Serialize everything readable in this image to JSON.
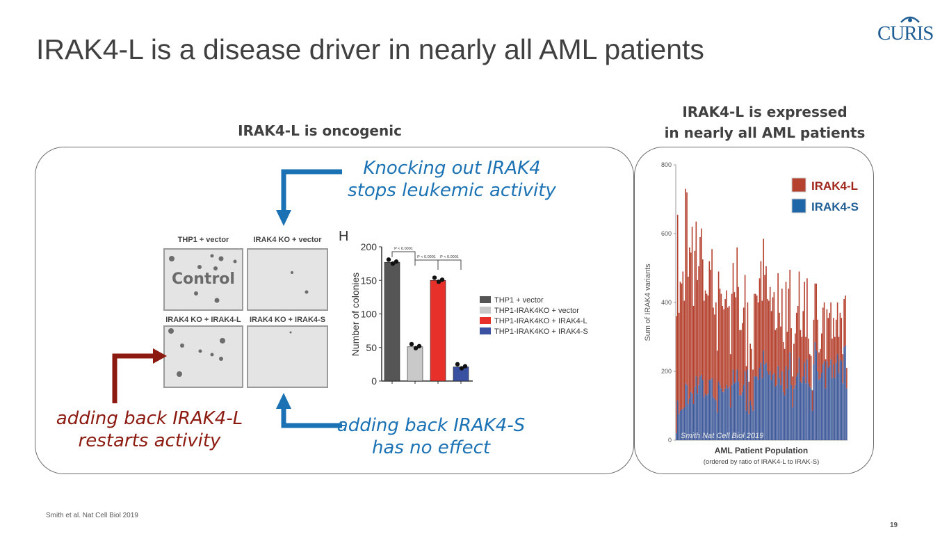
{
  "title": "IRAK4-L is a disease driver in nearly all AML patients",
  "logo_text": "CURIS",
  "left_heading": "IRAK4-L is oncogenic",
  "right_heading": [
    "IRAK4-L is expressed",
    "in nearly all AML patients"
  ],
  "annotations": {
    "top_blue": [
      "Knocking out IRAK4",
      "stops leukemic activity"
    ],
    "bottom_blue": [
      "adding back IRAK4-S",
      "has no effect"
    ],
    "red": [
      "adding back IRAK4-L",
      "restarts activity"
    ]
  },
  "colors": {
    "blue": "#1a72b5",
    "red": "#8c1a10",
    "irak4l": "#b5422f",
    "irak4s": "#3f5a9a"
  },
  "panels": [
    {
      "label": "THP1 + vector",
      "overlay": "Control"
    },
    {
      "label": "IRAK4 KO + vector"
    },
    {
      "label": "IRAK4 KO + IRAK4-L"
    },
    {
      "label": "IRAK4 KO + IRAK4-S"
    }
  ],
  "footer": {
    "citation": "Smith et al. Nat Cell Biol 2019",
    "page": "19"
  },
  "chart_data": [
    {
      "type": "bar",
      "panel_letter": "H",
      "ylabel": "Number of colonies",
      "ylim": [
        0,
        200
      ],
      "yticks": [
        "0",
        "50",
        "100",
        "150",
        "200"
      ],
      "categories": [
        "THP1 + vector",
        "THP1-IRAK4KO + vector",
        "THP1-IRAK4KO + IRAK4-L",
        "THP1-IRAK4KO + IRAK4-S"
      ],
      "values": [
        177,
        51,
        150,
        21
      ],
      "bar_colors": [
        "#555555",
        "#c9c9c9",
        "#e8302a",
        "#3a50a0"
      ],
      "pvalues": [
        "P < 0.0001",
        "P < 0.0001",
        "P < 0.0001"
      ],
      "legend": "right"
    },
    {
      "type": "bar",
      "stacked": true,
      "ylabel": "Sum of IRAK4 variants",
      "xlabel": "AML Patient Population",
      "xsublabel": "(ordered by ratio of IRAK4-L to IRAK-S)",
      "ylim": [
        0,
        800
      ],
      "yticks": [
        "0",
        "200",
        "400",
        "600",
        "800"
      ],
      "legend_labels": [
        "IRAK4-L",
        "IRAK4-S"
      ],
      "legend": "top-right",
      "annotation": "Smith Nat Cell Biol 2019",
      "totals": [
        360,
        655,
        370,
        460,
        455,
        490,
        405,
        730,
        720,
        475,
        560,
        545,
        620,
        390,
        550,
        635,
        465,
        505,
        590,
        615,
        525,
        405,
        435,
        425,
        420,
        520,
        495,
        555,
        385,
        365,
        400,
        260,
        490,
        440,
        425,
        390,
        380,
        410,
        435,
        385,
        390,
        250,
        425,
        515,
        430,
        415,
        560,
        445,
        320,
        320,
        340,
        385,
        480,
        215,
        400,
        170,
        280,
        265,
        205,
        425,
        425,
        420,
        400,
        470,
        520,
        405,
        585,
        480,
        505,
        410,
        405,
        445,
        375,
        415,
        430,
        320,
        325,
        485,
        370,
        330,
        440,
        285,
        265,
        460,
        315,
        440,
        495,
        325,
        185,
        280,
        310,
        370,
        390,
        490,
        320,
        300,
        375,
        460,
        300,
        470,
        295,
        250,
        245,
        145,
        350,
        455,
        455,
        350,
        255,
        265,
        310,
        385,
        400,
        235,
        380,
        355,
        370,
        400,
        295,
        355,
        300,
        350,
        400,
        300,
        370,
        355,
        250,
        410,
        420,
        210
      ],
      "irak4_s": [
        20,
        115,
        75,
        85,
        90,
        90,
        95,
        165,
        160,
        105,
        120,
        140,
        135,
        105,
        155,
        185,
        135,
        160,
        185,
        190,
        175,
        125,
        135,
        130,
        135,
        175,
        175,
        180,
        125,
        120,
        115,
        80,
        170,
        160,
        150,
        140,
        140,
        150,
        160,
        150,
        155,
        95,
        160,
        205,
        165,
        170,
        205,
        170,
        130,
        130,
        140,
        160,
        200,
        85,
        205,
        75,
        115,
        100,
        85,
        185,
        185,
        185,
        175,
        210,
        225,
        180,
        260,
        220,
        225,
        200,
        190,
        200,
        175,
        190,
        195,
        155,
        160,
        215,
        180,
        160,
        200,
        140,
        130,
        215,
        150,
        205,
        255,
        160,
        95,
        150,
        160,
        185,
        195,
        240,
        170,
        165,
        185,
        225,
        165,
        235,
        165,
        155,
        150,
        85,
        220,
        285,
        260,
        200,
        175,
        180,
        195,
        220,
        230,
        150,
        230,
        210,
        215,
        235,
        180,
        220,
        180,
        225,
        250,
        195,
        235,
        230,
        165,
        270,
        275,
        150
      ]
    }
  ]
}
